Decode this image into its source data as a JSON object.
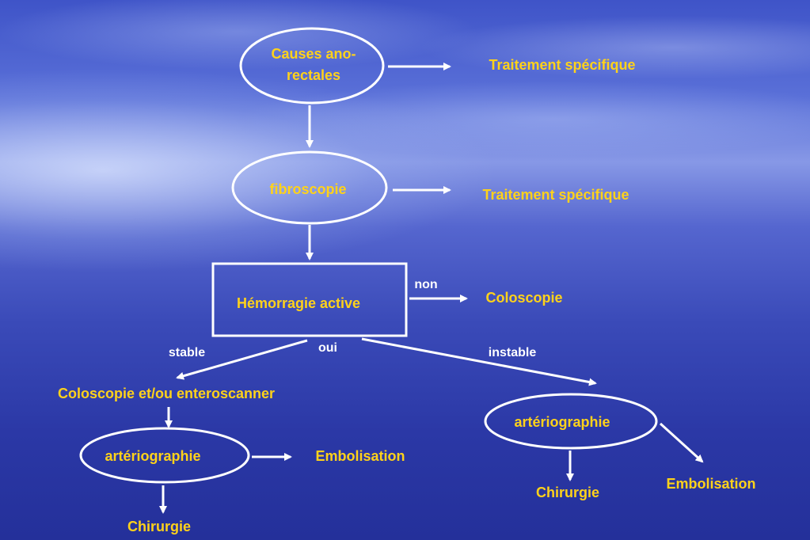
{
  "nodes": {
    "causes": {
      "line1": "Causes ano-",
      "line2": "rectales"
    },
    "traitement1": "Traitement spécifique",
    "fibroscopie": "fibroscopie",
    "traitement2": "Traitement spécifique",
    "hemorragie": "Hémorragie active",
    "coloscopie_right": "Coloscopie",
    "coloscopie_left": "Coloscopie et/ou enteroscanner",
    "arterio_left": "artériographie",
    "embolisation_left": "Embolisation",
    "chirurgie_left": "Chirurgie",
    "arterio_right": "artériographie",
    "chirurgie_right": "Chirurgie",
    "embolisation_right": "Embolisation"
  },
  "edge_labels": {
    "non": "non",
    "oui": "oui",
    "stable": "stable",
    "instable": "instable"
  },
  "colors": {
    "node_text": "#ffd21a",
    "edge_label": "#ffffff",
    "line": "#ffffff"
  }
}
